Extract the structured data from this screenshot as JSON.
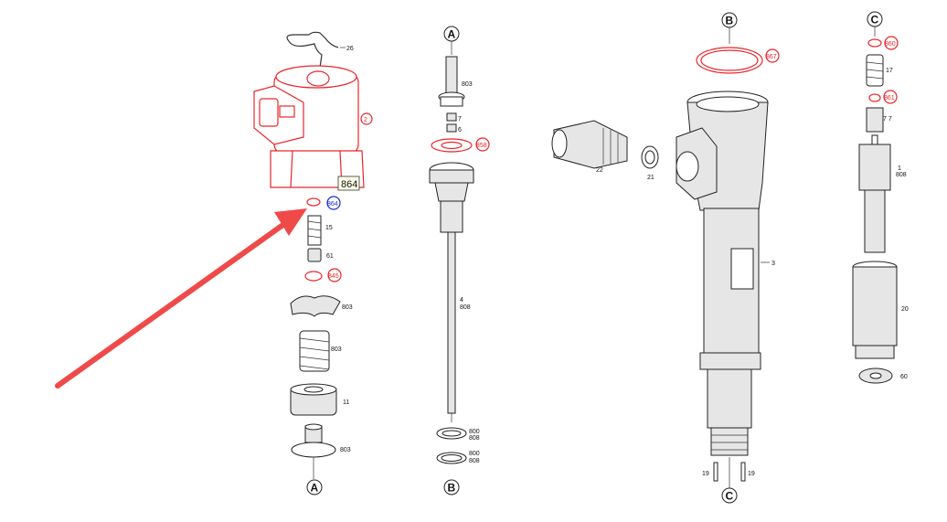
{
  "callouts": {
    "A_bottom": "A",
    "A_top": "A",
    "B_bottom": "B",
    "B_top": "B",
    "C_bottom": "C",
    "C_top": "C"
  },
  "labels": {
    "p26": "26",
    "p2": "2",
    "p864_box": "864",
    "p864": "864",
    "p15": "15",
    "p61": "61",
    "p845": "845",
    "p803_a": "803",
    "p803_b": "803",
    "p11": "11",
    "p803_c": "803",
    "p803_rod": "803",
    "p7": "7",
    "p6": "6",
    "p858": "858",
    "p4": "4",
    "p808_rod": "808",
    "p800_a": "800",
    "p808_a": "808",
    "p800_b": "800",
    "p808_b": "808",
    "p867": "867",
    "p22": "22",
    "p21": "21",
    "p3": "3",
    "p19_a": "19",
    "p19_b": "19",
    "p860": "860",
    "p17": "17",
    "p861": "861",
    "p77": "7 7",
    "p1": "1",
    "p808_n": "808",
    "p20": "20",
    "p60": "60"
  },
  "colors": {
    "highlight": "#e8262a",
    "arrow": "#ef4a4a",
    "blue_label": "#1a2fd0"
  }
}
